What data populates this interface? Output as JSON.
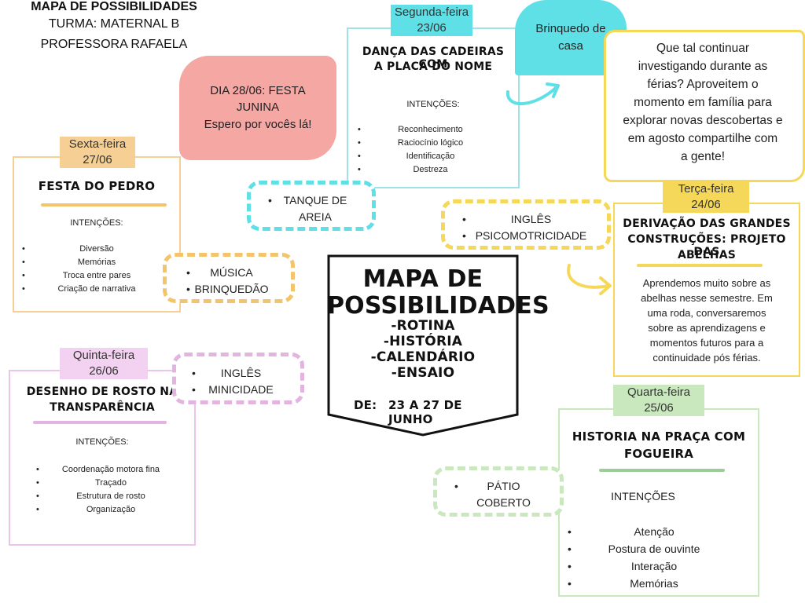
{
  "header": {
    "title": "MAPA DE POSSIBILIDADES",
    "turma": "TURMA: MATERNAL B",
    "professora": "PROFESSORA RAFAELA"
  },
  "festa_note": {
    "line1": "DIA 28/06: FESTA",
    "line2": "JUNINA",
    "line3": "Espero por vocês lá!"
  },
  "center": {
    "title_line1": "MAPA DE",
    "title_line2": "POSSIBILIDADES",
    "items": [
      "-ROTINA",
      "-HISTÓRIA",
      "-CALENDÁRIO",
      "-ENSAIO"
    ],
    "date_prefix": "DE:",
    "date_range": "23 A 27 DE JUNHO"
  },
  "monday": {
    "day": "Segunda-feira",
    "date": "23/06",
    "title_line1": "DANÇA DAS CADEIRAS COM",
    "title_line2": "A PLACA DO NOME",
    "intentions_title": "INTENÇÕES:",
    "intentions": [
      "Reconhecimento",
      "Raciocínio lógico",
      "Identificação",
      "Destreza"
    ],
    "extra": "Brinquedo de casa",
    "extra_line1": "Brinquedo de",
    "extra_line2": "casa"
  },
  "tuesday": {
    "day": "Terça-feira",
    "date": "24/06",
    "title_line1": "DERIVAÇÃO DAS GRANDES",
    "title_line2": "CONSTRUÇÕES: PROJETO DAS",
    "title_line3": "ABELHAS",
    "description_lines": [
      "Aprendemos muito sobre as",
      "abelhas nesse semestre. Em",
      "uma roda, conversaremos",
      "sobre as aprendizagens e",
      "momentos futuros para a",
      "continuidade pós férias."
    ],
    "activities": [
      "INGLÊS",
      "PSICOMOTRICIDADE"
    ]
  },
  "wednesday": {
    "day": "Quarta-feira",
    "date": "25/06",
    "title_line1": "HISTORIA NA PRAÇA COM",
    "title_line2": "FOGUEIRA",
    "intentions_title": "INTENÇÕES",
    "intentions": [
      "Atenção",
      "Postura de ouvinte",
      "Interação",
      "Memórias"
    ],
    "activity_line1": "PÁTIO",
    "activity_line2": "COBERTO"
  },
  "thursday": {
    "day": "Quinta-feira",
    "date": "26/06",
    "title_line1": "DESENHO DE ROSTO NA",
    "title_line2": "TRANSPARÊNCIA",
    "intentions_title": "INTENÇÕES:",
    "intentions": [
      "Coordenação motora fina",
      "Traçado",
      "Estrutura de rosto",
      "Organização"
    ],
    "activities": [
      "INGLÊS",
      "MINICIDADE"
    ]
  },
  "friday": {
    "day": "Sexta-feira",
    "date": "27/06",
    "title": "FESTA DO PEDRO",
    "intentions_title": "INTENÇÕES:",
    "intentions": [
      "Diversão",
      "Memórias",
      "Troca entre pares",
      "Criação de narrativa"
    ],
    "activities": [
      "MÚSICA",
      "BRINQUEDÃO"
    ]
  },
  "sand": {
    "line1": "TANQUE DE",
    "line2": "AREIA"
  },
  "vacation_note": {
    "lines": [
      "Que tal continuar",
      "investigando durante as",
      "férias? Aproveitem o",
      "momento em família para",
      "explorar novas descobertas e",
      "em agosto compartilhe com",
      "a gente!"
    ]
  },
  "colors": {
    "cyan": "#5ee0e6",
    "yellow": "#f5d75a",
    "orange": "#f2c46b",
    "pink": "#f4a7a3",
    "lilac": "#e4b4e0",
    "green": "#c9e8bd",
    "dark": "#111111"
  }
}
